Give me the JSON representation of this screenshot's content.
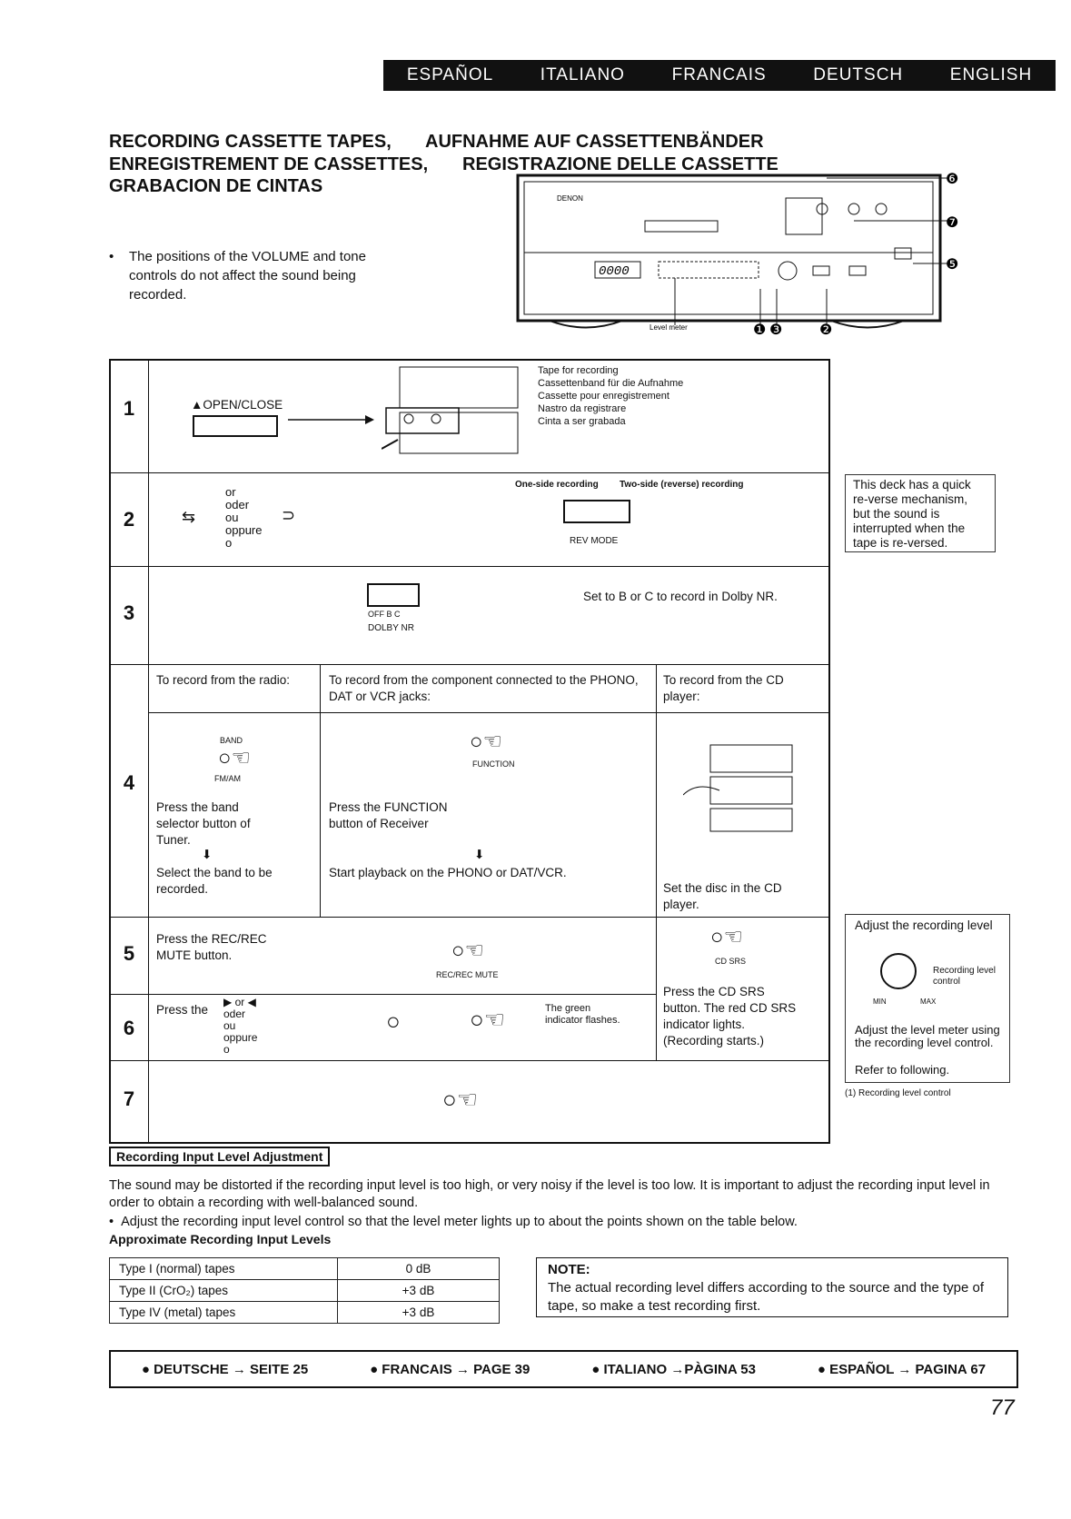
{
  "languages": [
    "ESPAÑOL",
    "ITALIANO",
    "FRANCAIS",
    "DEUTSCH",
    "ENGLISH"
  ],
  "title_lines": [
    "RECORDING CASSETTE TAPES,",
    "AUFNAHME AUF CASSETTENBÄNDER",
    "ENREGISTREMENT DE CASSETTES,",
    "REGISTRAZIONE DELLE CASSETTE",
    "GRABACION DE CINTAS"
  ],
  "intro_bullet": "The positions of the VOLUME and tone controls do not affect the sound being recorded.",
  "deck": {
    "brand": "DENON",
    "counter": "0000",
    "level_meter": "Level meter",
    "callouts": [
      "❶",
      "❸",
      "❷",
      "❺",
      "❻",
      "❼"
    ]
  },
  "step1": {
    "num": "1",
    "open_close": "▲OPEN/CLOSE",
    "tape_lines": [
      "Tape for recording",
      "Cassettenband für die Aufnahme",
      "Cassette pour enregistrement",
      "Nastro da registrare",
      "Cinta a ser grabada"
    ]
  },
  "step2": {
    "num": "2",
    "or_words": [
      "or",
      "oder",
      "ou",
      "oppure",
      "o"
    ],
    "one_side": "One-side recording",
    "two_side": "Two-side (reverse) recording",
    "rev_mode": "REV MODE",
    "side_note": "This deck has a quick re-verse mechanism, but the sound is interrupted when the tape is re-versed."
  },
  "step3": {
    "num": "3",
    "switch_labels": "OFF B C",
    "dolby": "DOLBY NR",
    "text": "Set to B or C to record in Dolby NR."
  },
  "step4": {
    "num": "4",
    "col1_head": "To record from the radio:",
    "col2_head": "To record from the component connected to the PHONO, DAT or VCR jacks:",
    "col3_head": "To record from the CD player:",
    "band": "BAND",
    "fmam": "FM/AM",
    "function": "FUNCTION",
    "col1_a": "Press the band selector button of Tuner.",
    "col1_b": "Select the band to be recorded.",
    "col2_a": "Press the FUNCTION button of Receiver",
    "col2_b": "Start playback on the PHONO or DAT/VCR.",
    "col3_a": "Set the disc in the CD player.",
    "arrow": "⬇"
  },
  "step5": {
    "num": "5",
    "text": "Press the REC/REC MUTE button.",
    "btn": "REC/REC MUTE",
    "cd_srs": "CD SRS",
    "cd_text": "Press the CD SRS button. The red CD SRS indicator lights. (Recording starts.)"
  },
  "step6": {
    "num": "6",
    "press_the": "Press the",
    "or_words": [
      "▶ or ◀",
      "oder",
      "ou",
      "oppure",
      "o"
    ],
    "green": "The green indicator flashes."
  },
  "step7": {
    "num": "7"
  },
  "level_box": {
    "head": "Adjust the recording level",
    "knob_label": "Recording level control",
    "min": "MIN",
    "max": "MAX",
    "text": "Adjust the level meter using the recording level control.",
    "refer": "Refer to following.",
    "footnote": "(1) Recording level control"
  },
  "adjust": {
    "heading": "Recording Input Level Adjustment",
    "para": "The sound may be distorted if the recording input level is too high, or very noisy if the level is too low. It is important to adjust the recording input level in order to obtain a recording with well-balanced sound.",
    "bullet": "Adjust the recording input level control so that the level meter lights up to about the points shown on the table below.",
    "levels_title": "Approximate Recording Input Levels",
    "rows": [
      [
        "Type I (normal) tapes",
        "0 dB"
      ],
      [
        "Type II (CrO₂) tapes",
        "+3 dB"
      ],
      [
        "Type IV (metal) tapes",
        "+3 dB"
      ]
    ],
    "note_head": "NOTE:",
    "note_text": "The actual recording level differs according to the source and the type of tape, so make a test recording first."
  },
  "nav": [
    "● DEUTSCHE → SEITE 25",
    "● FRANCAIS → PAGE 39",
    "● ITALIANO →PÀGINA 53",
    "● ESPAÑOL → PAGINA 67"
  ],
  "page_number": "77"
}
